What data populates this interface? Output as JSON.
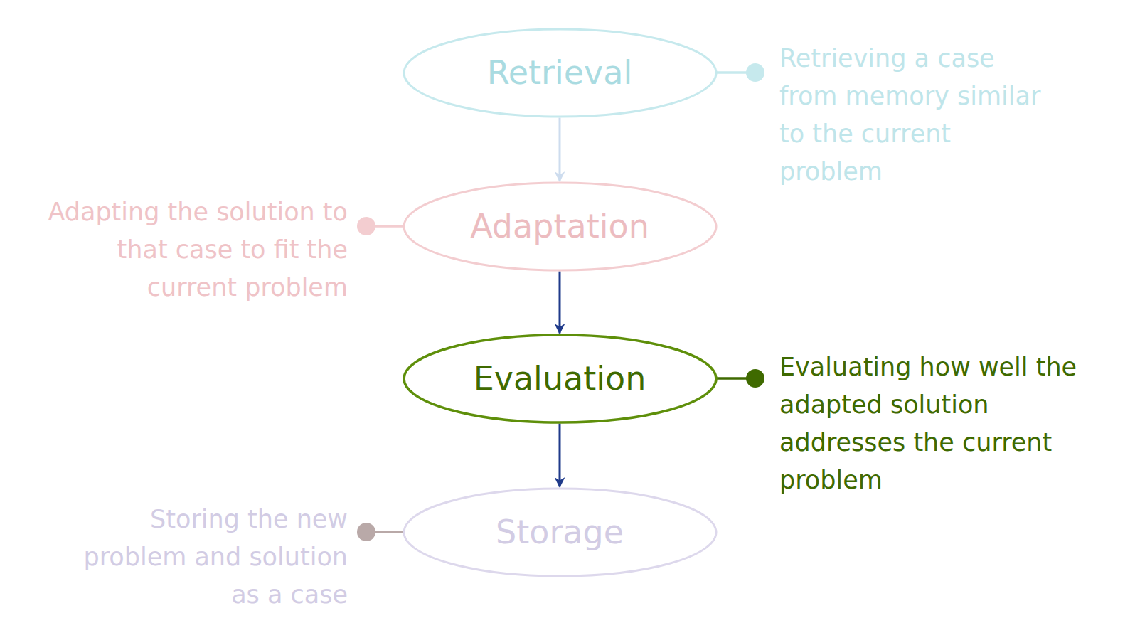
{
  "diagram": {
    "nodes": [
      {
        "text": [
          "Retrieval"
        ]
      },
      {
        "text": [
          "Adaptation"
        ]
      },
      {
        "text": [
          "Evaluation"
        ]
      },
      {
        "text": [
          "Storage"
        ]
      }
    ],
    "edges": [
      {
        "from": 0,
        "to": 1,
        "arrow": "to"
      },
      {
        "from": 1,
        "to": 2,
        "arrow": "to"
      },
      {
        "from": 2,
        "to": 3,
        "arrow": "to"
      }
    ],
    "labels": [
      "Retrieving a case from memory similar to the current problem",
      "Adapting the solution to that case to fit the current problem",
      "Evaluating how well the adapted solution addresses the current problem",
      "Storing the new problem and solution as a case"
    ]
  }
}
